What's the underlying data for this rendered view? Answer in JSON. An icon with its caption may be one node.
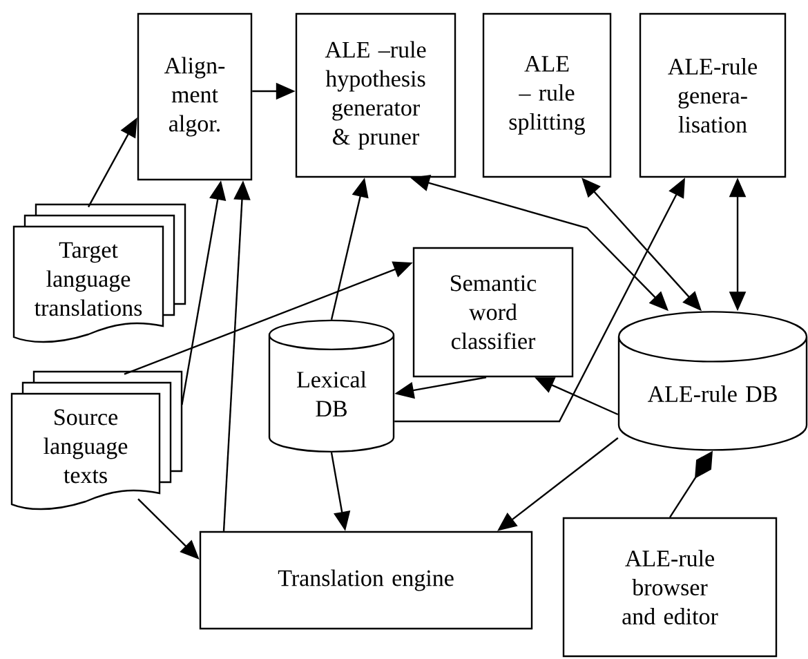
{
  "diagram": {
    "nodes": [
      {
        "text": [
          "Align-ment algor."
        ]
      },
      {
        "text": [
          "ALE –rule hypothesis generator & pruner"
        ]
      },
      {
        "text": [
          "ALE – rule splitting"
        ]
      },
      {
        "text": [
          "ALE-rule genera-lisation"
        ]
      },
      {
        "text": [
          "Target language translations"
        ]
      },
      {
        "text": [
          "Semantic word classifier"
        ]
      },
      {
        "text": [
          "Lexical DB"
        ]
      },
      {
        "text": [
          "ALE-rule DB"
        ]
      },
      {
        "text": [
          "Source language texts"
        ]
      },
      {
        "text": [
          "Translation engine"
        ]
      },
      {
        "text": [
          "ALE-rule browser and editor"
        ]
      }
    ],
    "edges": [
      {
        "from": 4,
        "to": 0,
        "arrow": "to"
      },
      {
        "from": 8,
        "to": 0,
        "arrow": "to"
      },
      {
        "from": 9,
        "to": 0,
        "arrow": "to"
      },
      {
        "from": 0,
        "to": 1,
        "arrow": "to"
      },
      {
        "from": 6,
        "to": 1,
        "arrow": "to"
      },
      {
        "from": 8,
        "to": 5,
        "arrow": "to"
      },
      {
        "from": 1,
        "to": 7,
        "arrow": "both"
      },
      {
        "from": 2,
        "to": 7,
        "arrow": "both"
      },
      {
        "from": 3,
        "to": 7,
        "arrow": "both"
      },
      {
        "from": 6,
        "to": 3,
        "arrow": "to"
      },
      {
        "from": 5,
        "to": 6,
        "arrow": "to"
      },
      {
        "from": 7,
        "to": 5,
        "arrow": "to"
      },
      {
        "from": 7,
        "to": 9,
        "arrow": "to"
      },
      {
        "from": 6,
        "to": 9,
        "arrow": "to"
      },
      {
        "from": 8,
        "to": 9,
        "arrow": "to"
      },
      {
        "from": 7,
        "to": 10,
        "arrow": "other"
      }
    ]
  }
}
